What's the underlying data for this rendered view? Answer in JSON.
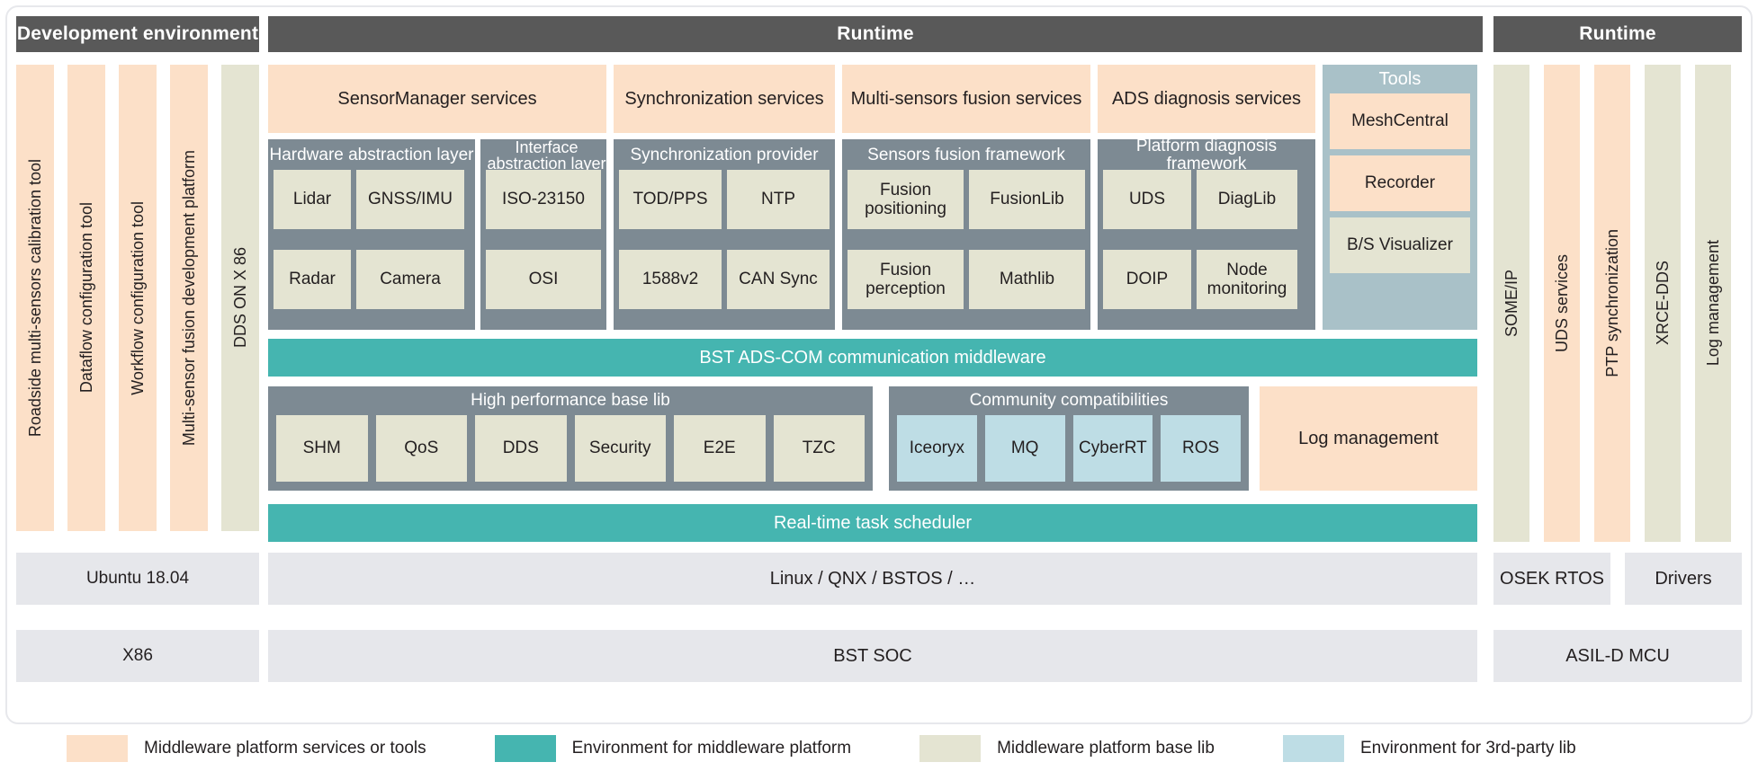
{
  "legend": {
    "items": [
      {
        "label": "Middleware platform services or tools",
        "color": "#fce0c8"
      },
      {
        "label": "Environment for middleware platform",
        "color": "#45b5b0"
      },
      {
        "label": "Middleware platform base lib",
        "color": "#e4e4d2"
      },
      {
        "label": "Environment for 3rd-party lib",
        "color": "#bedde5"
      }
    ]
  },
  "dev_env": {
    "header": "Development environment",
    "columns": [
      {
        "label": "Roadside multi-sensors calibration tool",
        "kind": "orange"
      },
      {
        "label": "Dataflow configuration tool",
        "kind": "orange"
      },
      {
        "label": "Workflow configuration tool",
        "kind": "orange"
      },
      {
        "label": "Multi-sensor fusion development platform",
        "kind": "orange"
      },
      {
        "label": "DDS ON X 86",
        "kind": "khaki"
      }
    ],
    "os": "Ubuntu 18.04",
    "hw": "X86"
  },
  "runtime_mid": {
    "header": "Runtime",
    "services": [
      {
        "label": "SensorManager services"
      },
      {
        "label": "Synchronization services"
      },
      {
        "label": "Multi-sensors fusion services"
      },
      {
        "label": "ADS diagnosis services"
      }
    ],
    "frameworks": [
      {
        "title": "Hardware abstraction layer",
        "items": [
          "Lidar",
          "GNSS/IMU",
          "Radar",
          "Camera"
        ]
      },
      {
        "title": "Interface abstraction layer",
        "items": [
          "ISO-23150",
          "OSI"
        ]
      },
      {
        "title": "Synchronization provider",
        "items": [
          "TOD/PPS",
          "NTP",
          "1588v2",
          "CAN Sync"
        ]
      },
      {
        "title": "Sensors fusion framework",
        "items": [
          "Fusion positioning",
          "FusionLib",
          "Fusion perception",
          "Mathlib"
        ]
      },
      {
        "title": "Platform diagnosis framework",
        "items": [
          "UDS",
          "DiagLib",
          "DOIP",
          "Node monitoring"
        ]
      }
    ],
    "tools": {
      "title": "Tools",
      "items": [
        {
          "label": "MeshCentral",
          "kind": "orange"
        },
        {
          "label": "Recorder",
          "kind": "orange"
        },
        {
          "label": "B/S Visualizer",
          "kind": "khaki"
        }
      ]
    },
    "comm_middleware": "BST ADS-COM communication middleware",
    "high_perf_base_lib": {
      "title": "High performance base lib",
      "items": [
        "SHM",
        "QoS",
        "DDS",
        "Security",
        "E2E",
        "TZC"
      ]
    },
    "community_compatibilities": {
      "title": "Community compatibilities",
      "items": [
        "Iceoryx",
        "MQ",
        "CyberRT",
        "ROS"
      ]
    },
    "log_management": "Log management",
    "scheduler": "Real-time task scheduler",
    "os": "Linux / QNX / BSTOS / …",
    "hw": "BST SOC"
  },
  "runtime_right": {
    "header": "Runtime",
    "columns": [
      {
        "label": "SOME/IP",
        "kind": "khaki"
      },
      {
        "label": "UDS services",
        "kind": "orange"
      },
      {
        "label": "PTP synchronization",
        "kind": "orange"
      },
      {
        "label": "XRCE-DDS",
        "kind": "khaki"
      },
      {
        "label": "Log management",
        "kind": "khaki"
      }
    ],
    "os_left": "OSEK RTOS",
    "os_right": "Drivers",
    "hw": "ASIL-D MCU"
  }
}
